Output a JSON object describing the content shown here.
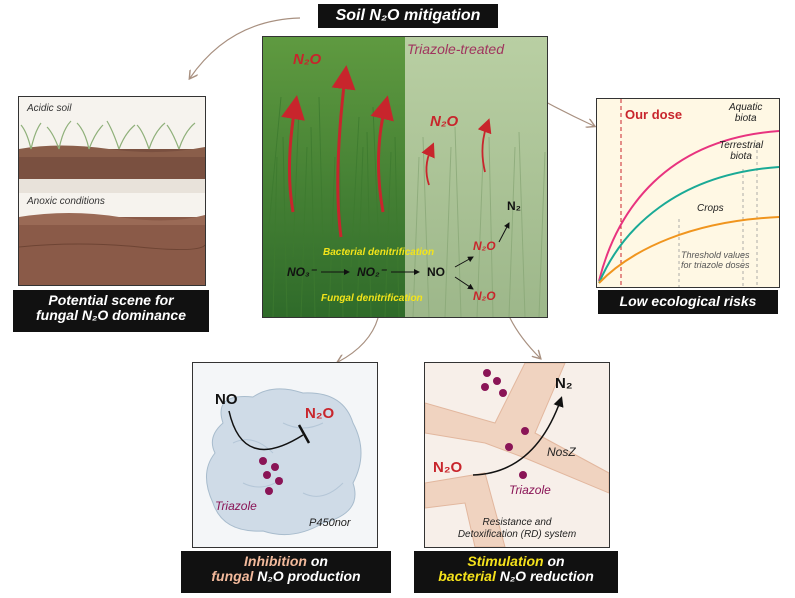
{
  "title": "Soil N₂O mitigation",
  "center": {
    "treated_label": "Triazole-treated",
    "n2o_left": "N₂O",
    "n2o_right": "N₂O",
    "n2": "N₂",
    "bacterial": "Bacterial denitrification",
    "fungal": "Fungal denitrification",
    "no3": "NO₃⁻",
    "no2": "NO₂⁻",
    "no": "NO",
    "n2o_bact": "N₂O",
    "n2o_fung": "N₂O"
  },
  "left_panel": {
    "acidic": "Acidic soil",
    "anoxic": "Anoxic conditions",
    "caption_line1": "Potential scene for",
    "caption_line2": "fungal N₂O dominance"
  },
  "right_panel": {
    "our_dose": "Our dose",
    "aquatic_1": "Aquatic",
    "aquatic_2": "biota",
    "terrestrial_1": "Terrestrial",
    "terrestrial_2": "biota",
    "crops": "Crops",
    "threshold_1": "Threshold values",
    "threshold_2": "for triazole doses",
    "caption": "Low ecological risks",
    "colors": {
      "aquatic": "#e8337f",
      "terrestrial": "#1aaa96",
      "crops": "#f0951e",
      "dose": "#c8252c"
    }
  },
  "bottom_left": {
    "no": "NO",
    "n2o": "N₂O",
    "triazole": "Triazole",
    "enzyme": "P450nor",
    "caption_1a": "Inhibition",
    "caption_1b": " on",
    "caption_2a": "fungal",
    "caption_2b": " N₂O production"
  },
  "bottom_right": {
    "n2": "N₂",
    "n2o": "N₂O",
    "nosz": "NosZ",
    "triazole": "Triazole",
    "rd_1": "Resistance and",
    "rd_2": "Detoxification (RD) system",
    "caption_1a": "Stimulation",
    "caption_1b": " on",
    "caption_2a": "bacterial",
    "caption_2b": " N₂O reduction"
  }
}
